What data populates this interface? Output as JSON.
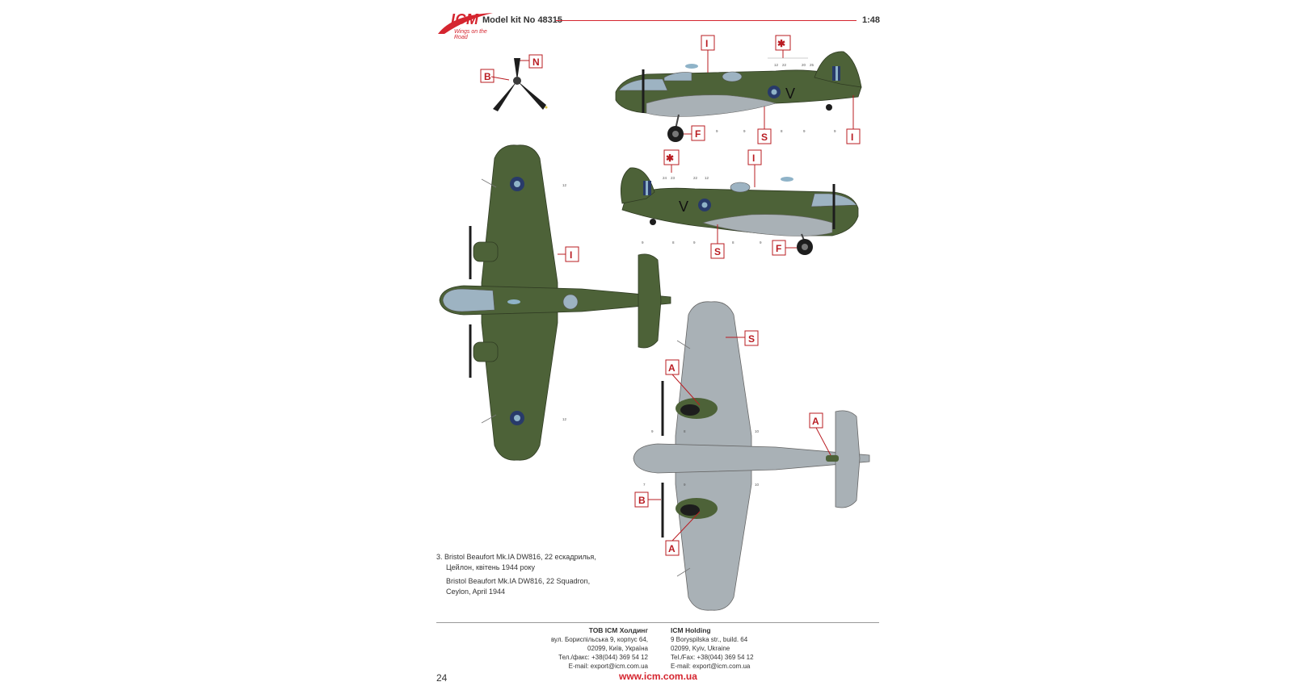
{
  "header": {
    "logo_text": "ICM",
    "logo_sub": "Wings on the Road",
    "kit_label": "Model kit No 48315",
    "scale": "1:48"
  },
  "callouts": {
    "n": "N",
    "b": "B",
    "i": "I",
    "f": "F",
    "s": "S",
    "a": "A",
    "star": "✱",
    "v": "V"
  },
  "stencil_numbers": [
    "12",
    "22",
    "20",
    "25",
    "24",
    "23",
    "9",
    "8",
    "10",
    "7"
  ],
  "caption": {
    "ua_line1": "3. Bristol Beaufort Mk.IA DW816, 22 ескадрилья,",
    "ua_line2": "Цейлон, квітень 1944 року",
    "en_line1": "Bristol Beaufort Mk.IA DW816, 22 Squadron,",
    "en_line2": "Ceylon, April 1944"
  },
  "footer": {
    "ua": {
      "name": "ТОВ ICM Холдинг",
      "address1": "вул. Бориспільська 9, корпус 64,",
      "address2": "02099, Київ, Україна",
      "phone": "Тел./факс: +38(044) 369 54 12",
      "email": "E-mail: export@icm.com.ua"
    },
    "en": {
      "name": "ICM Holding",
      "address1": "9 Boryspilska str., build. 64",
      "address2": "02099, Kyiv, Ukraine",
      "phone": "Tel./Fax: +38(044) 369 54 12",
      "email": "E-mail: export@icm.com.ua"
    },
    "page_number": "24",
    "website": "www.icm.com.ua"
  },
  "colors": {
    "accent": "#d5252f",
    "camo_green": "#4d6238",
    "underside_grey": "#a9b1b6",
    "roundel_blue": "#283a6a",
    "roundel_pale": "#8fb3c8"
  }
}
